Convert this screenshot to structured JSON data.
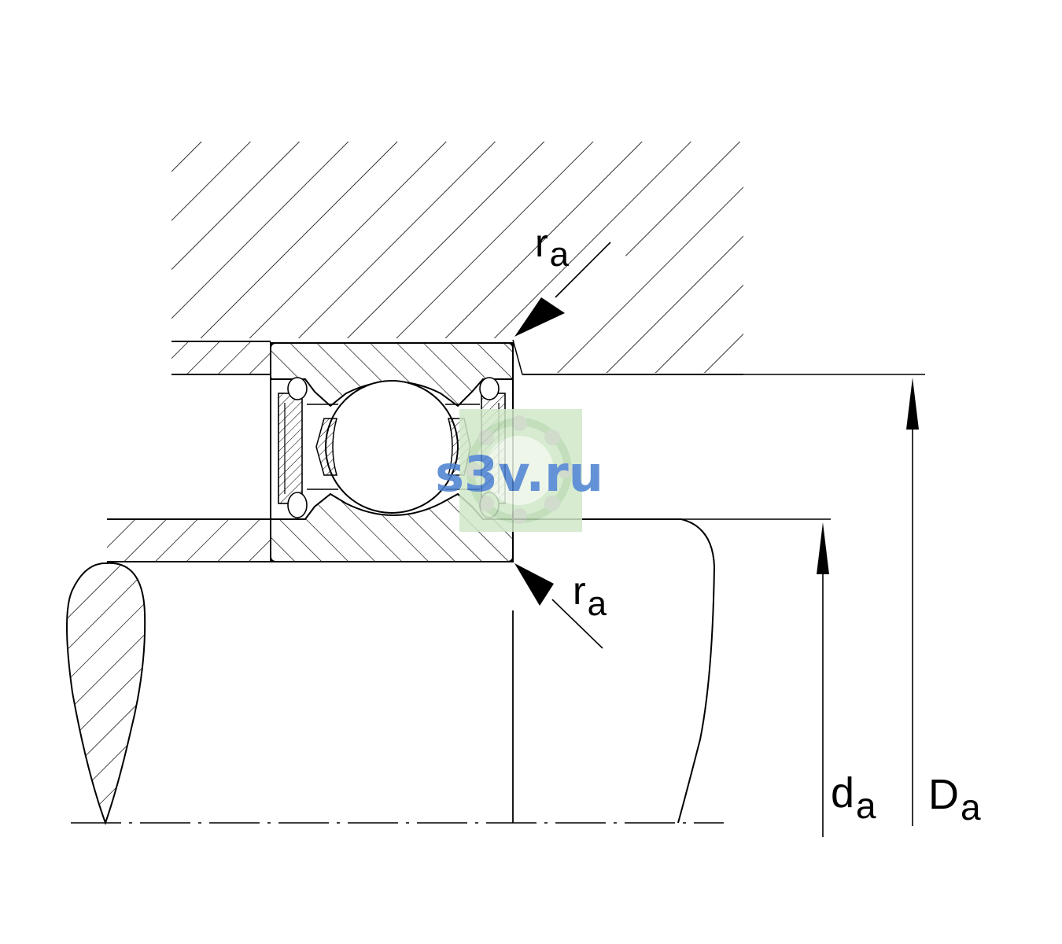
{
  "labels": {
    "radius_top": {
      "main": "r",
      "sub": "a"
    },
    "radius_bottom": {
      "main": "r",
      "sub": "a"
    },
    "shaft_diameter": {
      "main": "d",
      "sub": "a"
    },
    "housing_diameter": {
      "main": "D",
      "sub": "a"
    }
  },
  "watermark": {
    "text": "s3v.ru",
    "color": "#4a7fd0"
  },
  "colors": {
    "line": "#000000",
    "background": "#ffffff",
    "watermark_bg": "#cfe8c8"
  }
}
